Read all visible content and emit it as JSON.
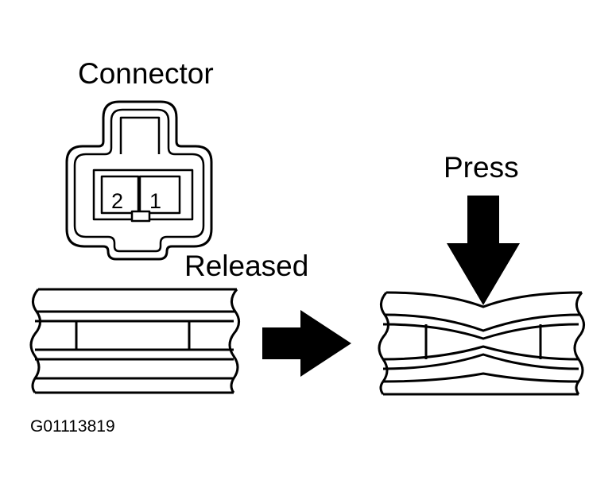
{
  "labels": {
    "connector": "Connector",
    "press": "Press",
    "released": "Released",
    "figure_id": "G01113819"
  },
  "connector": {
    "pins": [
      "2",
      "1"
    ]
  },
  "colors": {
    "ink": "#000000",
    "paper": "#ffffff"
  }
}
